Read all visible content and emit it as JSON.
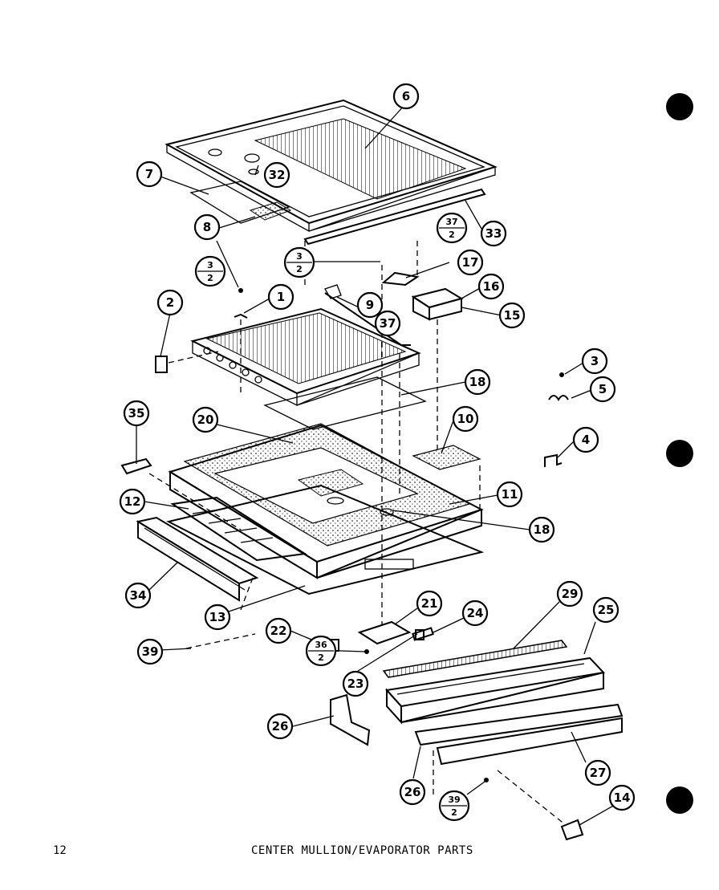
{
  "page": {
    "number": "12",
    "caption": "CENTER MULLION/EVAPORATOR PARTS"
  },
  "callouts": {
    "c1": "1",
    "c2": "2",
    "c3": "3",
    "c4": "4",
    "c5": "5",
    "c6": "6",
    "c7": "7",
    "c8": "8",
    "c9": "9",
    "c10": "10",
    "c11": "11",
    "c12": "12",
    "c13": "13",
    "c14": "14",
    "c15": "15",
    "c16": "16",
    "c17": "17",
    "c18a": "18",
    "c18b": "18",
    "c20": "20",
    "c21": "21",
    "c22": "22",
    "c23": "23",
    "c24": "24",
    "c25": "25",
    "c26a": "26",
    "c26b": "26",
    "c27": "27",
    "c29": "29",
    "c32": "32",
    "c33": "33",
    "c34": "34",
    "c35": "35",
    "c37": "37",
    "c39": "39"
  },
  "fractions": {
    "f3a": {
      "top": "3",
      "bottom": "2"
    },
    "f3b": {
      "top": "3",
      "bottom": "2"
    },
    "f37": {
      "top": "37",
      "bottom": "2"
    },
    "f36": {
      "top": "36",
      "bottom": "2"
    },
    "f39": {
      "top": "39",
      "bottom": "2"
    }
  },
  "colors": {
    "ink": "#000000",
    "paper": "#ffffff"
  }
}
